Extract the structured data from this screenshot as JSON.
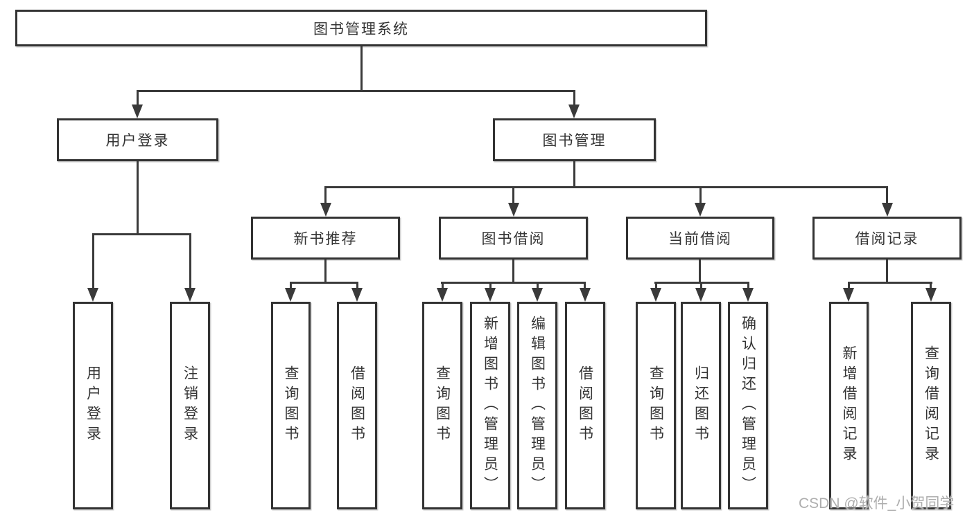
{
  "diagram": {
    "title": "图书管理系统",
    "branches": [
      {
        "label": "用户登录",
        "children": [
          {
            "label": "用户登录"
          },
          {
            "label": "注销登录"
          }
        ]
      },
      {
        "label": "图书管理",
        "children": [
          {
            "label": "新书推荐",
            "children": [
              {
                "label": "查询图书"
              },
              {
                "label": "借阅图书"
              }
            ]
          },
          {
            "label": "图书借阅",
            "children": [
              {
                "label": "查询图书"
              },
              {
                "label": "新增图书（管理员）"
              },
              {
                "label": "编辑图书（管理员）"
              },
              {
                "label": "借阅图书"
              }
            ]
          },
          {
            "label": "当前借阅",
            "children": [
              {
                "label": "查询图书"
              },
              {
                "label": "归还图书"
              },
              {
                "label": "确认归还（管理员）"
              }
            ]
          },
          {
            "label": "借阅记录",
            "children": [
              {
                "label": "新增借阅记录"
              },
              {
                "label": "查询借阅记录"
              }
            ]
          }
        ]
      }
    ]
  },
  "colors": {
    "line": "#3a3a3a",
    "box_border": "#333333",
    "text": "#333333",
    "background": "#ffffff",
    "watermark": "#aeaeae"
  },
  "watermark": {
    "text": "CSDN @软件_小贺同学"
  }
}
